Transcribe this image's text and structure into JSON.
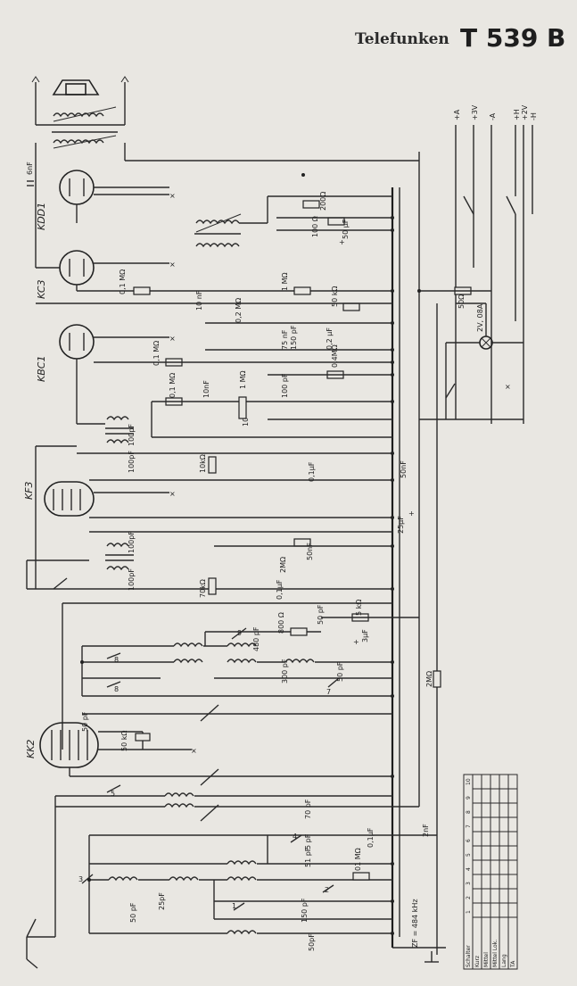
{
  "header": {
    "manufacturer": "Telefunken",
    "model": "T 539 B"
  },
  "tubes": [
    "KDD1",
    "KC3",
    "KBC1",
    "KF3",
    "KK2"
  ],
  "supply_terminals": [
    "+A",
    "+3V",
    "-A",
    "+H",
    "+2V",
    "-H"
  ],
  "components": {
    "c_6nF": "6nF",
    "r_200": "200Ω",
    "r_100": "100 Ω",
    "c_50uF": "50 μF",
    "r_01M": "0,1 MΩ",
    "c_10nF": "10 nF",
    "r_1M": "1 MΩ",
    "r_50k": "50 kΩ",
    "r_50": "50Ω",
    "c_75": "75 nF",
    "c_150": "150 pF",
    "r_02M": "0,2 MΩ",
    "c_02uF": "0,2 μF",
    "lamp": "2V, 08A",
    "r_04M": "0,4MΩ",
    "r_01M_b": "0,1 MΩ",
    "c_10nF_b": "10nF",
    "r_1M_pot": "1 MΩ",
    "c_100pF": "100 pF",
    "r_01M_c": "0,1 MΩ",
    "c_100pF_a": "100pF",
    "c_100pF_b": "100pF",
    "r_10k": "10kΩ",
    "c_01uF": "0,1μF",
    "c_50nF": "50nF",
    "c_25uF": "25μF",
    "c_100pF_c": "100pF",
    "c_100pF_d": "100pF",
    "c_50nF_b": "50nF",
    "r_2M": "2MΩ",
    "r_70k": "70kΩ",
    "c_01uF_b": "0,1μF",
    "c_50pF": "50 pF",
    "r_5k": "5 kΩ",
    "r_800": "800 Ω",
    "c_480pF": "480 pF",
    "c_3uF": "3μF",
    "c_300pF": "300 pF",
    "c_50pF_b": "50 pF",
    "r_2M_b": "2MΩ",
    "c_50pF_kk2": "50 pF",
    "r_50k_b": "50 kΩ",
    "c_70pF": "70 pF",
    "c_01uF_c": "0,1μF",
    "c_2nF": "2nF",
    "c_5pF": "5 pF",
    "c_51pF": "51 pF",
    "r_01M_d": "01 MΩ",
    "c_25pF": "25pF",
    "c_50pF_c": "50 pF",
    "c_150pF_b": "150 pF",
    "c_50pF_d": "50pF",
    "zf": "ZF = 484 kHz"
  },
  "switch_numbers": [
    "1",
    "2",
    "3",
    "4",
    "5",
    "6",
    "7",
    "8",
    "9",
    "10"
  ],
  "switch_table": {
    "rows": [
      "Schalter",
      "Kurz",
      "Mittel",
      "Mittel Lok.",
      "Lang",
      "TA"
    ],
    "columns": [
      "1",
      "2",
      "3",
      "4",
      "5",
      "6",
      "7",
      "8",
      "9",
      "10"
    ]
  }
}
